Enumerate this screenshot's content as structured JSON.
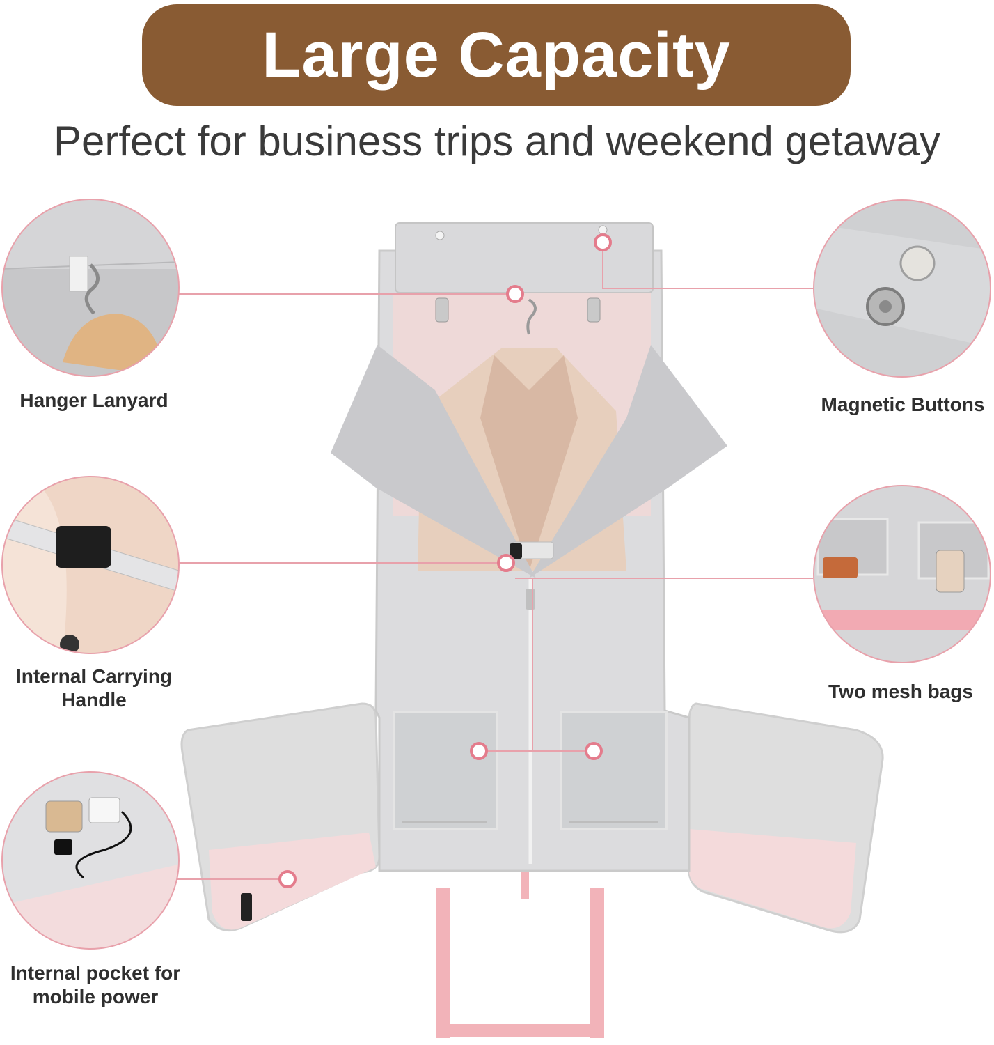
{
  "header": {
    "title": "Large Capacity",
    "subtitle": "Perfect for business trips and weekend getaway"
  },
  "features": [
    {
      "label": "Hanger Lanyard"
    },
    {
      "label": "Internal Carrying Handle"
    },
    {
      "label": "Internal pocket for mobile power"
    },
    {
      "label": "Magnetic Buttons"
    },
    {
      "label": "Two mesh bags"
    }
  ],
  "colors": {
    "title_bg": "#895b33",
    "bag_grey": "#dcdcde",
    "accent_pink": "#e47c8c",
    "strap_pink": "#f4b7bc"
  }
}
